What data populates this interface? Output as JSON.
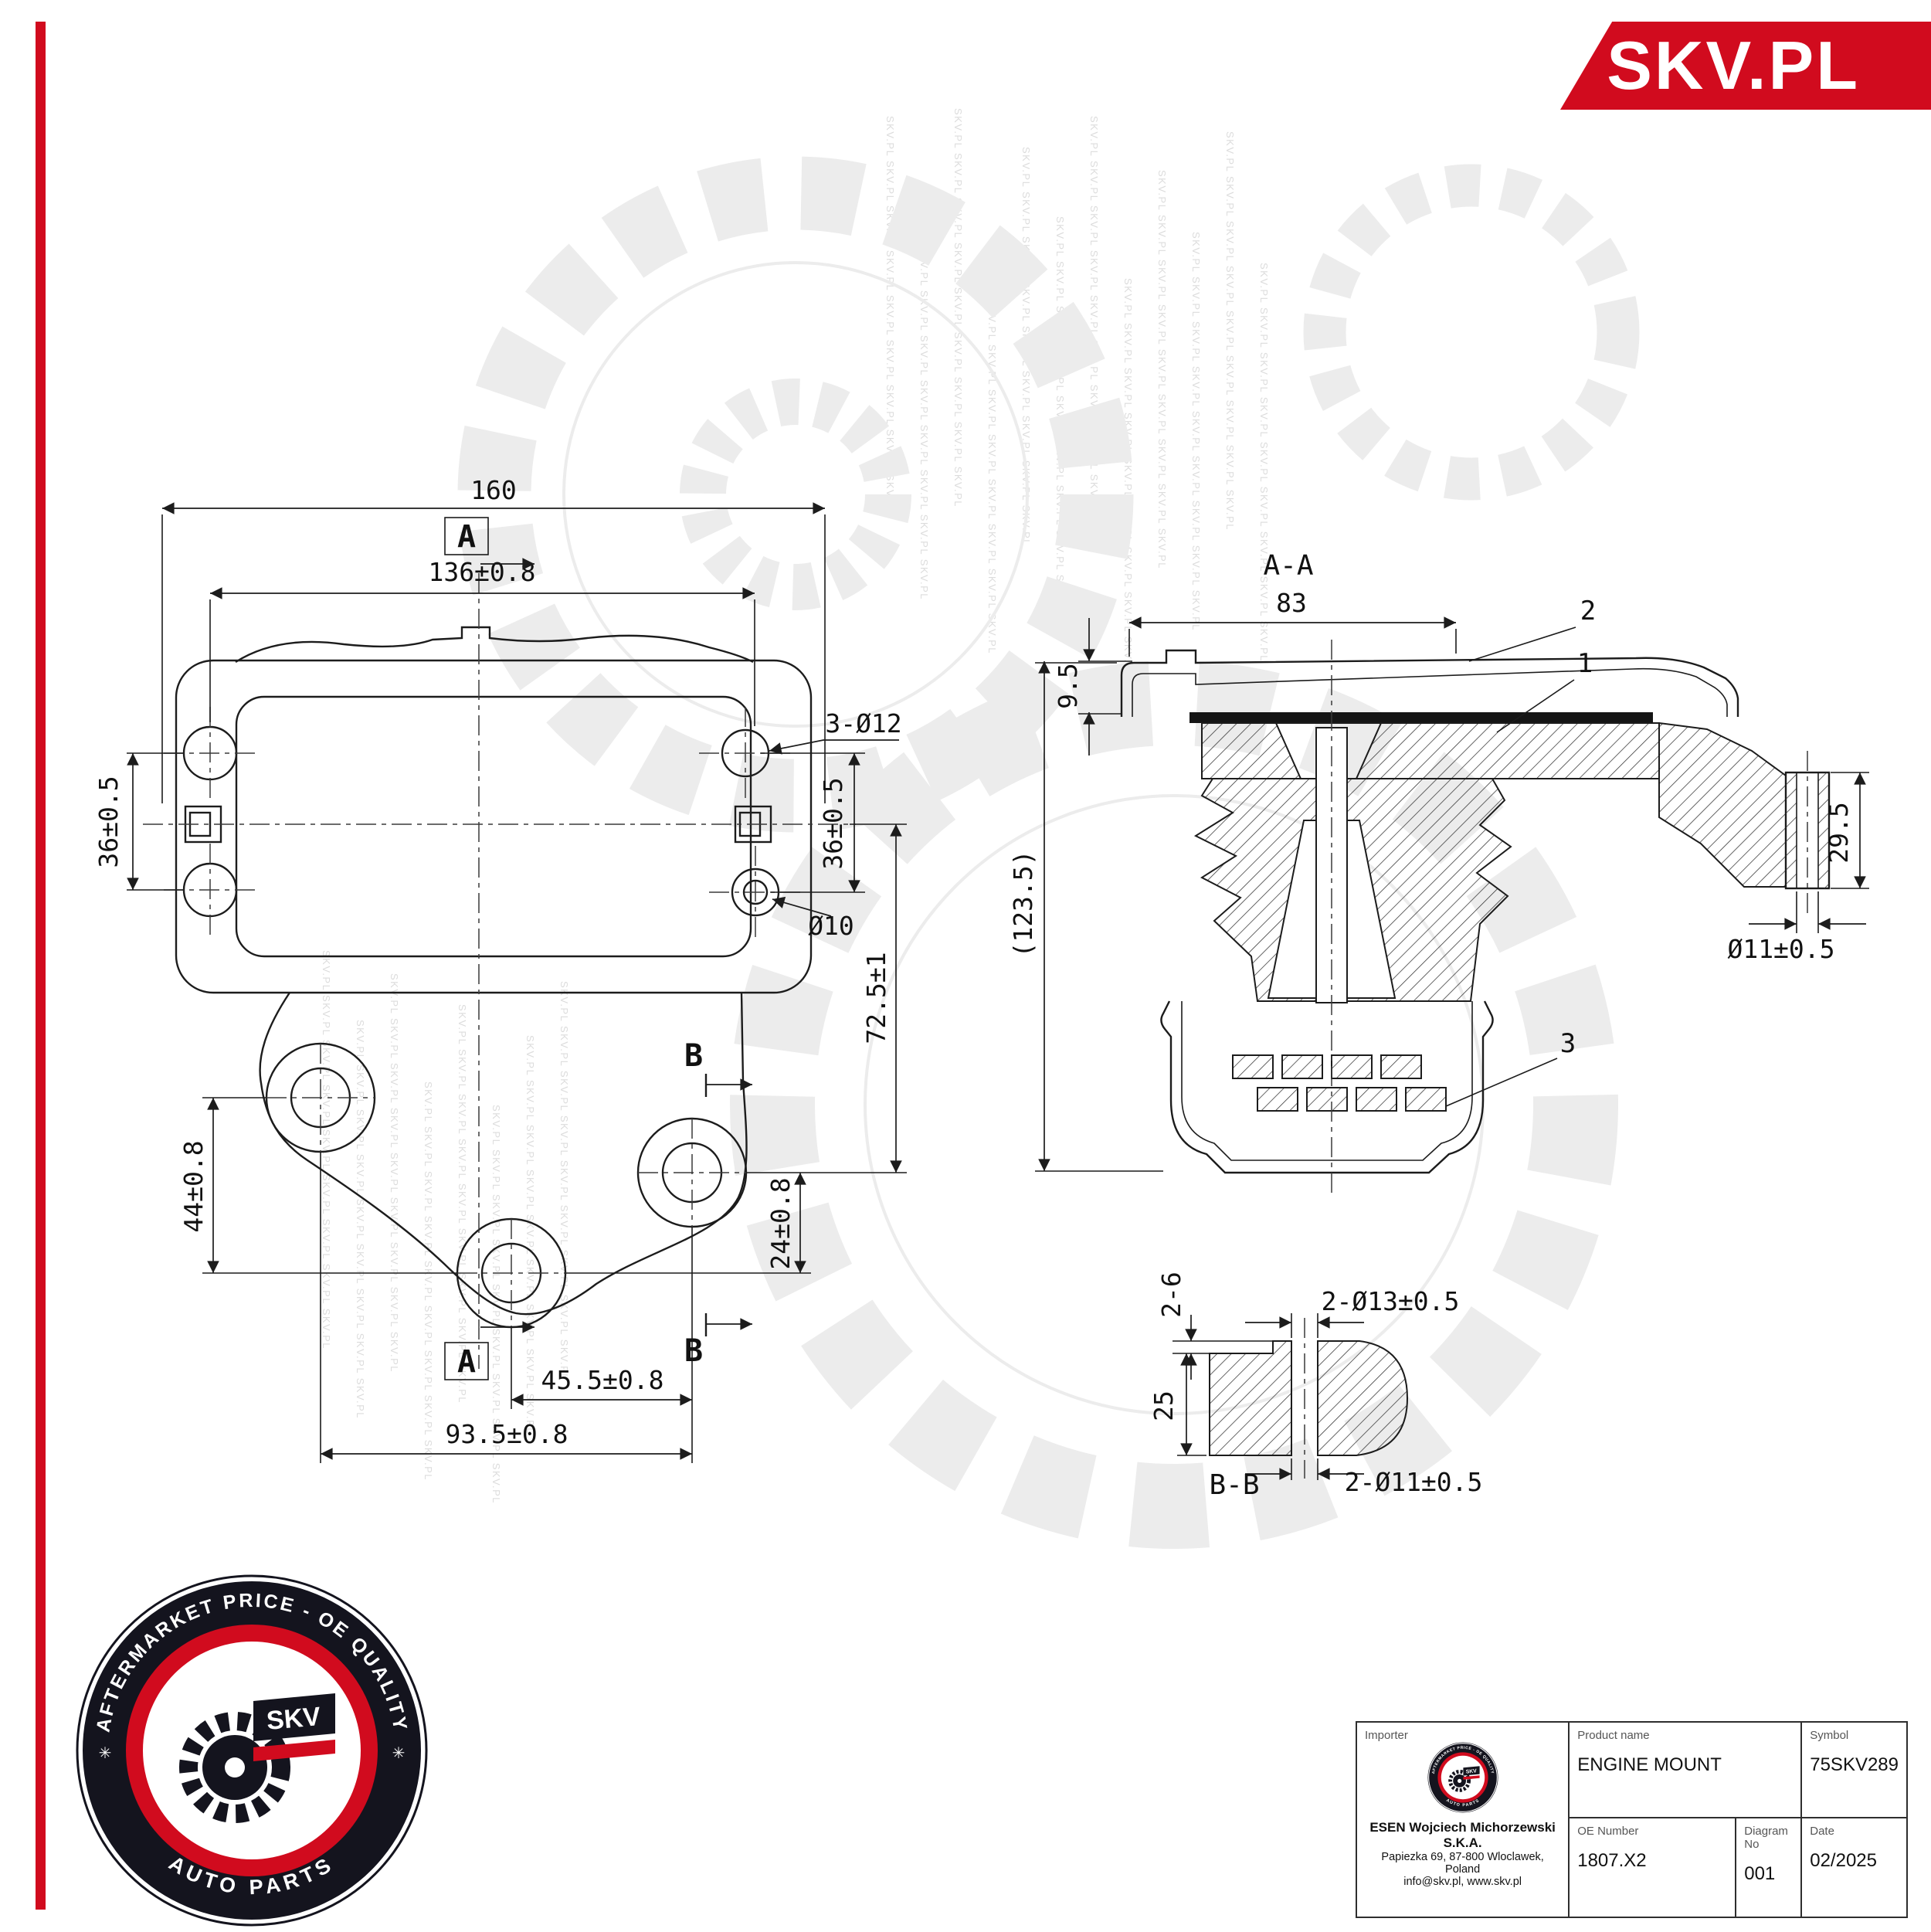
{
  "colors": {
    "accent_red": "#d10b1e",
    "line_dark": "#1c1c1c",
    "watermark_gray": "#dcdcdc"
  },
  "banner": {
    "brand": "SKV.PL"
  },
  "watermark": {
    "text": "SKV.PL"
  },
  "front_view": {
    "dim_total_width": "160",
    "dim_inner_width": "136±0.8",
    "dim_left_holes": "36±0.5",
    "dim_right_holes": "36±0.5",
    "note_top_right_holes": "3-Ø12",
    "note_mid_right_hole": "Ø10",
    "dim_height_to_hole": "72.5±1",
    "dim_lower_left_height": "44±0.8",
    "dim_lower_right_height": "24±0.8",
    "dim_lower_inner_width": "45.5±0.8",
    "dim_lower_width": "93.5±0.8",
    "marker_a": "A",
    "marker_b": "B"
  },
  "section_aa": {
    "title": "A-A",
    "dim_top_width": "83",
    "dim_flange": "9.5",
    "dim_total_height": "(123.5)",
    "dim_arm_height": "29.5",
    "dim_arm_hole": "Ø11±0.5",
    "callout_1": "1",
    "callout_2": "2",
    "callout_3": "3"
  },
  "section_bb": {
    "title": "B-B",
    "dim_step": "2-6",
    "dim_top_holes": "2-Ø13±0.5",
    "dim_height": "25",
    "dim_bottom_holes": "2-Ø11±0.5"
  },
  "stamp": {
    "arc_top": "AFTERMARKET PRICE - OE QUALITY",
    "arc_bottom": "AUTO PARTS",
    "brand": "SKV"
  },
  "title_block": {
    "importer_label": "Importer",
    "company": "ESEN Wojciech Michorzewski S.K.A.",
    "address": "Papiezka 69, 87-800 Wloclawek, Poland",
    "contact": "info@skv.pl, www.skv.pl",
    "product_label": "Product name",
    "product_value": "ENGINE MOUNT",
    "symbol_label": "Symbol",
    "symbol_value": "75SKV289",
    "oe_label": "OE Number",
    "oe_value": "1807.X2",
    "diagram_label": "Diagram No",
    "diagram_value": "001",
    "date_label": "Date",
    "date_value": "02/2025"
  }
}
